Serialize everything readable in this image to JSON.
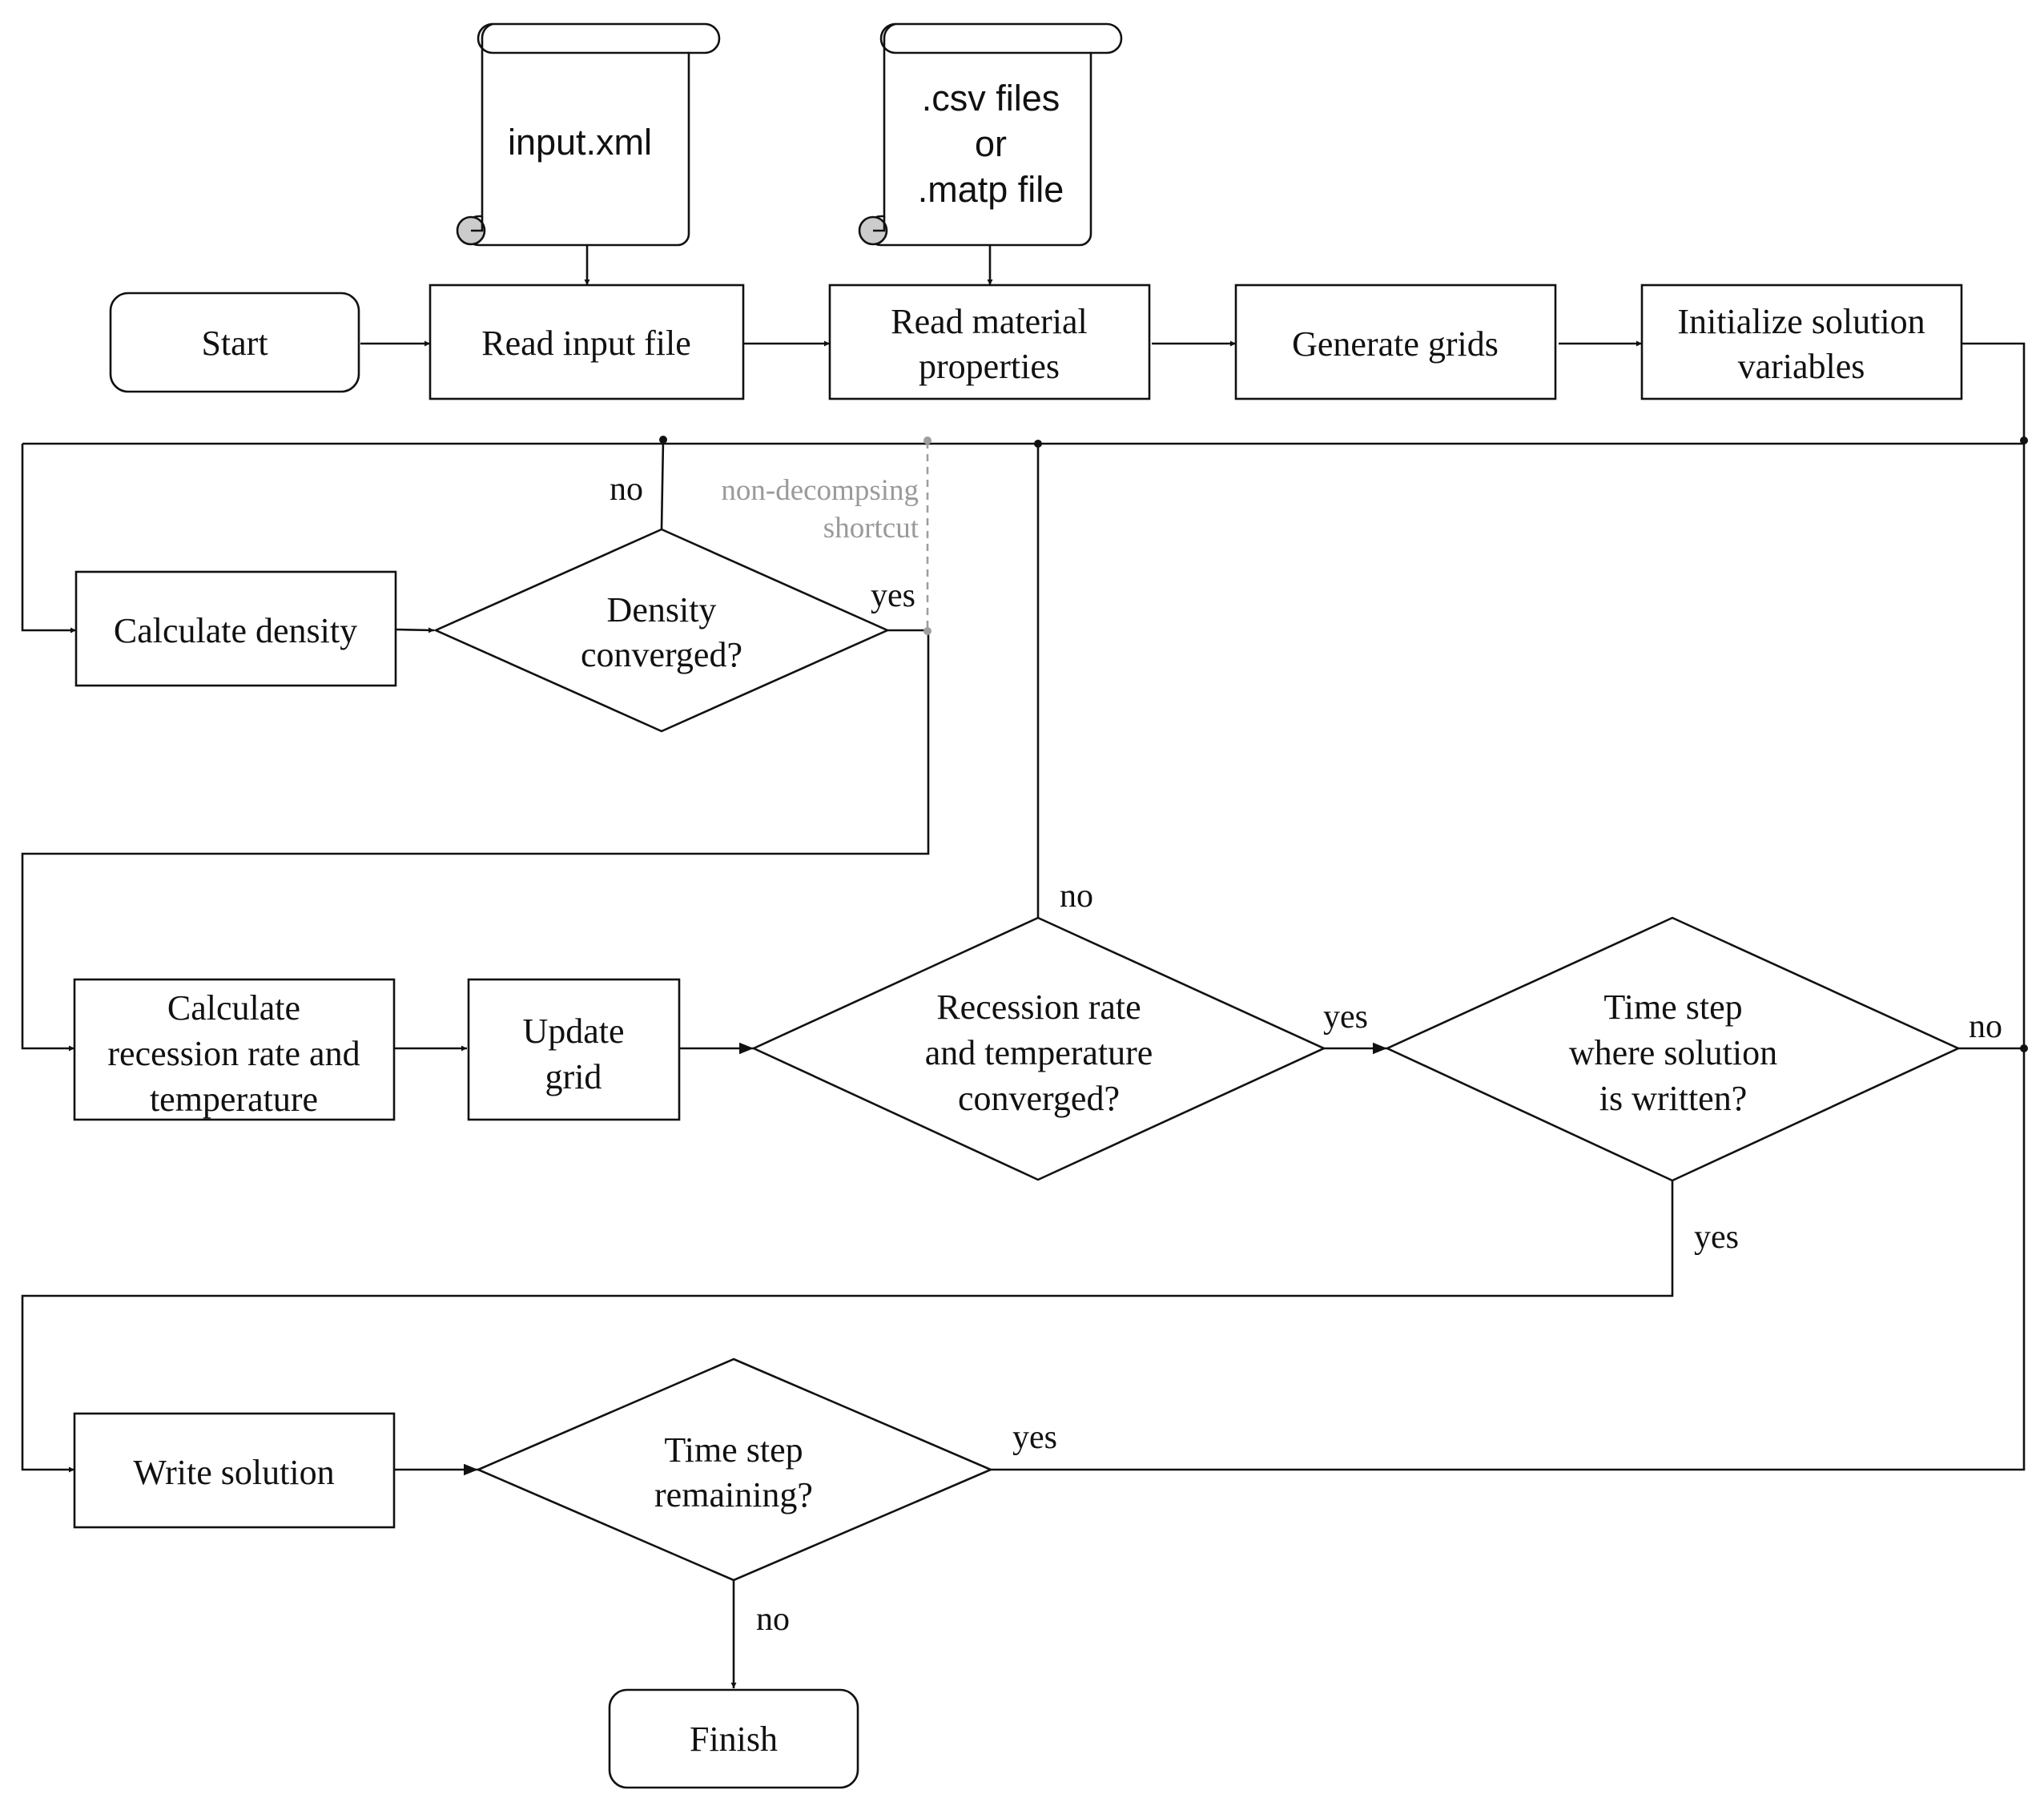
{
  "documents": {
    "input_file": {
      "lines": [
        "input.xml"
      ]
    },
    "material_file": {
      "lines": [
        ".csv files",
        "or",
        ".matp file"
      ]
    }
  },
  "nodes": {
    "start": [
      "Start"
    ],
    "read_input": [
      "Read input file"
    ],
    "read_material": [
      "Read material",
      "properties"
    ],
    "generate_grids": [
      "Generate grids"
    ],
    "initialize": [
      "Initialize solution",
      "variables"
    ],
    "calc_density": [
      "Calculate density"
    ],
    "density_converged": [
      "Density",
      "converged?"
    ],
    "calc_recession": [
      "Calculate",
      "recession rate and",
      "temperature"
    ],
    "update_grid": [
      "Update",
      "grid"
    ],
    "recession_converged": [
      "Recession rate",
      "and temperature",
      "converged?"
    ],
    "time_step_written": [
      "Time step",
      "where solution",
      "is written?"
    ],
    "write_solution": [
      "Write solution"
    ],
    "time_step_remaining": [
      "Time step",
      "remaining?"
    ],
    "finish": [
      "Finish"
    ]
  },
  "edge_labels": {
    "density_no": "no",
    "density_yes": "yes",
    "recession_no": "no",
    "recession_yes": "yes",
    "written_no": "no",
    "written_yes": "yes",
    "remaining_yes": "yes",
    "remaining_no": "no"
  },
  "annotation": {
    "shortcut_lines": [
      "non-decompsing",
      "shortcut"
    ],
    "color": "#9a9a9a"
  },
  "colors": {
    "stroke": "#111111",
    "fill": "#ffffff",
    "scroll_curl": "#cccccc"
  }
}
